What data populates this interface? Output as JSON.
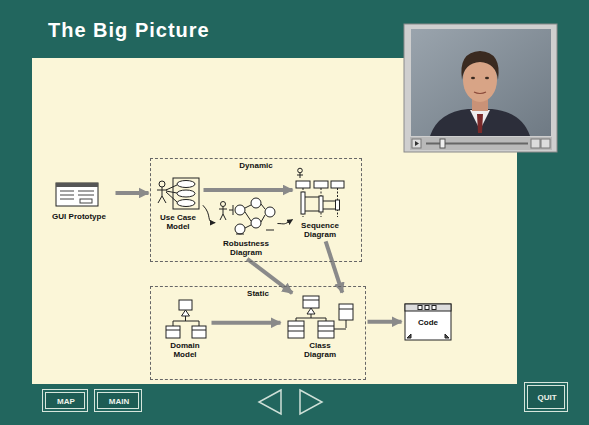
{
  "diagram": {
    "title": "The Big Picture",
    "nodes": [
      {
        "text": [
          "GUI Prototype"
        ]
      },
      {
        "text": [
          "Dynamic"
        ]
      },
      {
        "text": [
          "Use Case Model"
        ],
        "in": 1
      },
      {
        "text": [
          "Robustness Diagram"
        ],
        "in": 1
      },
      {
        "text": [
          "Sequence Diagram"
        ],
        "in": 1
      },
      {
        "text": [
          "Static"
        ]
      },
      {
        "text": [
          "Domain Model"
        ],
        "in": 5
      },
      {
        "text": [
          "Class Diagram"
        ],
        "in": 5
      },
      {
        "text": [
          "Code"
        ]
      },
      {
        "text": [
          "MAP"
        ]
      },
      {
        "text": [
          "MAIN"
        ]
      },
      {
        "text": [
          "QUIT"
        ]
      }
    ],
    "edges": [
      {
        "from": 0,
        "to": 1,
        "arrow": "to"
      },
      {
        "from": 2,
        "to": 4,
        "arrow": "to"
      },
      {
        "from": 2,
        "to": 3,
        "arrow": "to"
      },
      {
        "from": 3,
        "to": 4,
        "arrow": "to"
      },
      {
        "from": 3,
        "to": 7,
        "arrow": "to"
      },
      {
        "from": 4,
        "to": 7,
        "arrow": "to"
      },
      {
        "from": 6,
        "to": 7,
        "arrow": "to"
      },
      {
        "from": 5,
        "to": 8,
        "arrow": "to"
      }
    ]
  }
}
